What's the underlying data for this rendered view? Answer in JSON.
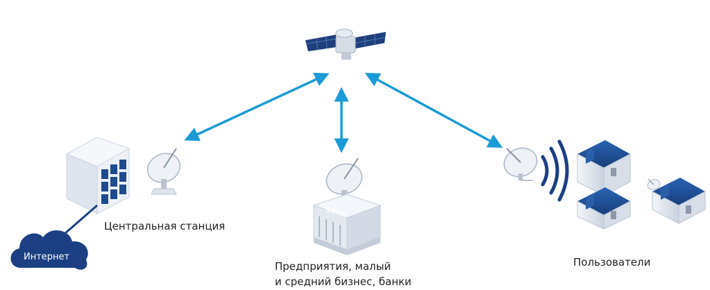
{
  "labels": {
    "central_station": "Центральная станция",
    "internet": "Интернет",
    "enterprises_line1": "Предприятия, малый",
    "enterprises_line2": "и средний бизнес, банки",
    "users": "Пользователи",
    "bank_sign": "BANK"
  },
  "colors": {
    "arrow": "#1a9ad6",
    "satellite_panel": "#1e3f7a",
    "roof": "#1f4f95",
    "cloud": "#1b3f82",
    "server_front": "#e9eef6",
    "server_window": "#1e4c8e",
    "text": "#1f1f1f"
  },
  "icons": {
    "satellite": "satellite-icon",
    "server": "server-icon",
    "dish": "satellite-dish-icon",
    "bank": "bank-building-icon",
    "house": "house-icon",
    "cloud": "cloud-icon",
    "signal": "signal-waves-icon"
  }
}
